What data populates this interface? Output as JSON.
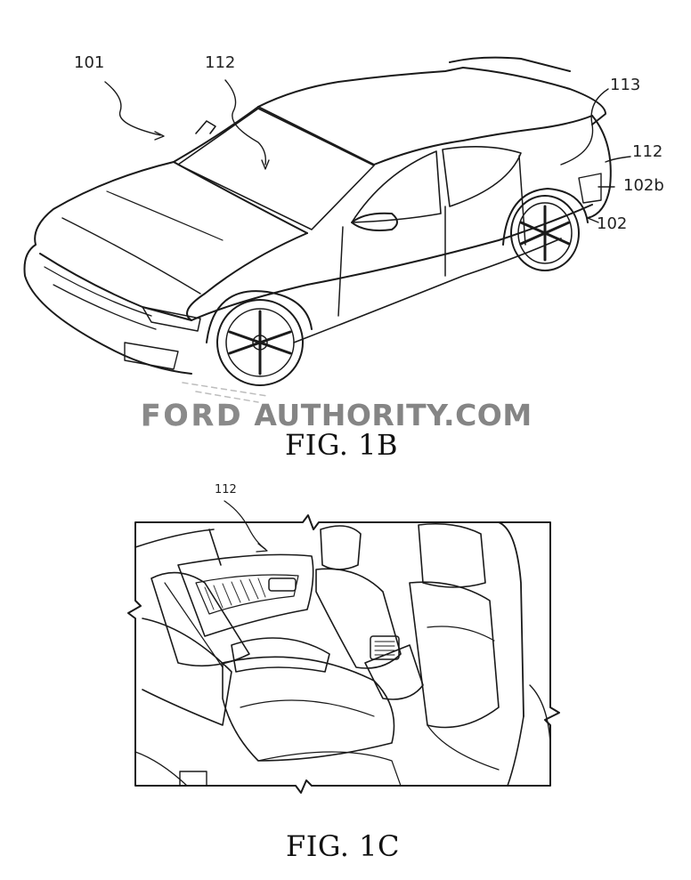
{
  "figure_1b": {
    "caption": "FIG. 1B",
    "refs": {
      "vehicle": "101",
      "surface_front": "112",
      "spoiler": "113",
      "surface_rear": "112",
      "panel": "102b",
      "body": "102"
    }
  },
  "figure_1c": {
    "caption": "FIG. 1C",
    "refs": {
      "interior_surface": "112"
    }
  },
  "watermark": {
    "brand": "FORD",
    "rest": "AUTHORITY.COM"
  }
}
